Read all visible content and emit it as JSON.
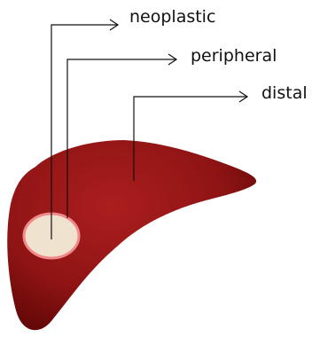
{
  "labels": {
    "neoplastic": "neoplastic",
    "peripheral": "peripheral",
    "distal": "distal"
  },
  "colors": {
    "organ_base": "#8f1414",
    "organ_light": "#ab1e1e",
    "organ_dark": "#5e0606",
    "lesion_fill": "#efe3cf",
    "lesion_ring": "#f08a8a",
    "line": "#111111"
  }
}
